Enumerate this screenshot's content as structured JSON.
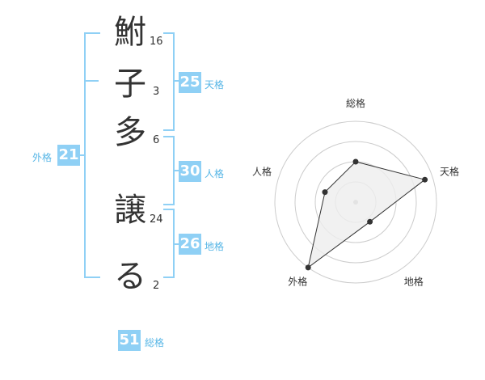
{
  "characters": [
    {
      "char": "鮒",
      "strokes": "16"
    },
    {
      "char": "子",
      "strokes": "3"
    },
    {
      "char": "多",
      "strokes": "6"
    },
    {
      "char": "譲",
      "strokes": "24"
    },
    {
      "char": "る",
      "strokes": "2"
    }
  ],
  "kaku": {
    "tenkaku": {
      "value": "25",
      "label": "天格"
    },
    "jinkaku": {
      "value": "30",
      "label": "人格"
    },
    "chikaku": {
      "value": "26",
      "label": "地格"
    },
    "gaikaku": {
      "value": "21",
      "label": "外格"
    },
    "soukaku": {
      "value": "51",
      "label": "総格"
    }
  },
  "colors": {
    "accent": "#8fd0f5",
    "label_text": "#57b6e6",
    "radar_fill": "#eeeeee",
    "ring": "#cccccc"
  },
  "chart_data": {
    "type": "radar",
    "axes": [
      "総格",
      "天格",
      "地格",
      "外格",
      "人格"
    ],
    "values": [
      0.5,
      0.9,
      0.3,
      1.0,
      0.4
    ],
    "rings": 4,
    "grid": true
  }
}
